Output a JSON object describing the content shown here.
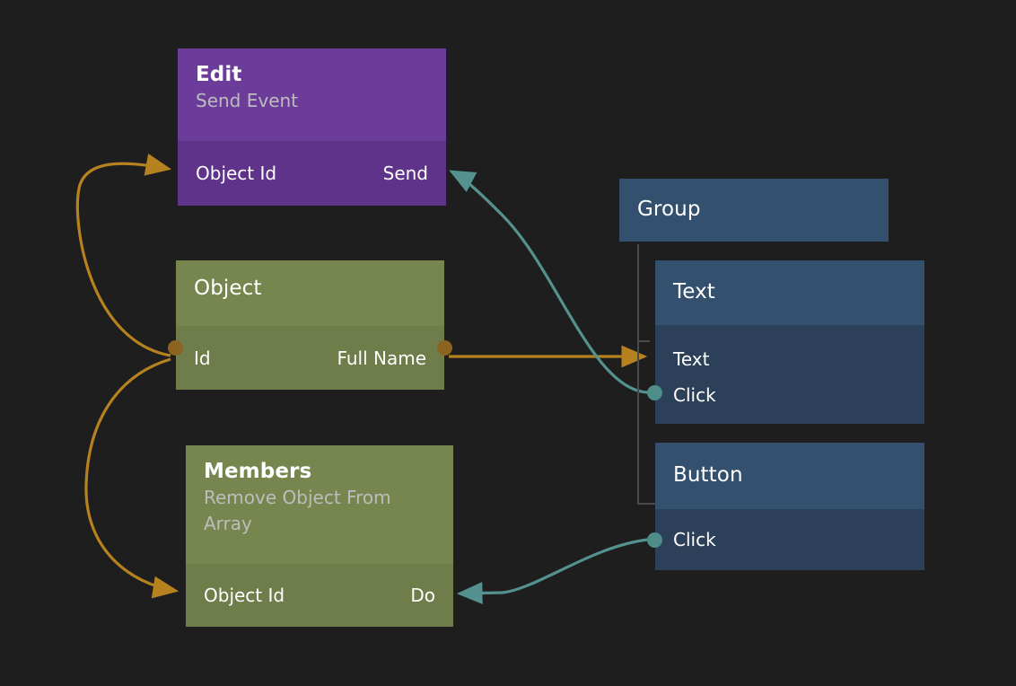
{
  "diagram": {
    "type": "node-graph",
    "background_color": "#1e1e1e",
    "colors": {
      "purple_header": "#6b3c99",
      "purple_body": "#5f3389",
      "green_header": "#76864e",
      "green_body": "#6e7d4a",
      "blue_header": "#34506f",
      "blue_body": "#2c4159",
      "amber_link": "#b5821f",
      "teal_link": "#54918f",
      "tree_line": "#4a4a4a"
    }
  },
  "nodes": {
    "edit": {
      "title": "Edit",
      "subtitle": "Send Event",
      "input_port": "Object Id",
      "output_port": "Send"
    },
    "object": {
      "title": "Object",
      "subtitle": "",
      "input_port": "Id",
      "output_port": "Full Name"
    },
    "members": {
      "title": "Members",
      "subtitle": "Remove Object From Array",
      "input_port": "Object Id",
      "output_port": "Do"
    },
    "group": {
      "title": "Group"
    },
    "text": {
      "title": "Text",
      "rows": [
        "Text",
        "Click"
      ]
    },
    "button": {
      "title": "Button",
      "rows": [
        "Click"
      ]
    }
  },
  "edges": [
    {
      "name": "object-id-to-edit-object-id",
      "color": "#b5821f",
      "from": "object.Id",
      "to": "edit.Object Id"
    },
    {
      "name": "object-id-to-members-object-id",
      "color": "#b5821f",
      "from": "object.Id",
      "to": "members.Object Id"
    },
    {
      "name": "object-fullname-to-text-text",
      "color": "#b5821f",
      "from": "object.Full Name",
      "to": "text.Text"
    },
    {
      "name": "text-click-to-edit-send",
      "color": "#54918f",
      "from": "text.Click",
      "to": "edit.Send"
    },
    {
      "name": "button-click-to-members-do",
      "color": "#54918f",
      "from": "button.Click",
      "to": "members.Do"
    }
  ]
}
